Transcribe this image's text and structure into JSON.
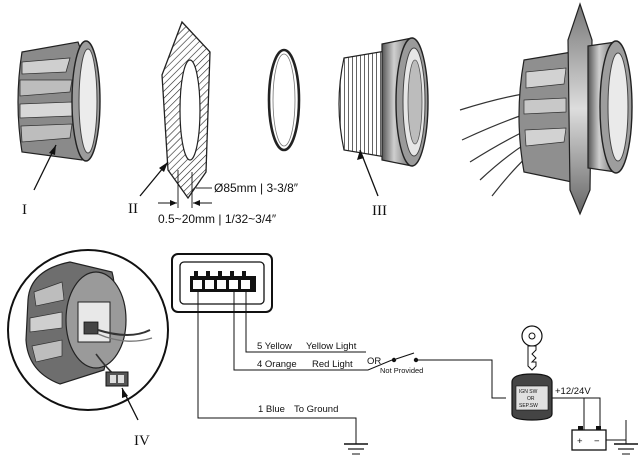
{
  "parts": {
    "part_1": "I",
    "part_2": "II",
    "part_3": "III",
    "part_4": "IV"
  },
  "dimensions": {
    "diameter": "Ø85mm | 3-3/8″",
    "panel_thickness": "0.5~20mm | 1/32~3/4″"
  },
  "wiring": {
    "wire_5": "5 Yellow",
    "wire_5_function": "Yellow Light",
    "wire_4": "4 Orange",
    "wire_4_function": "Red Light",
    "wire_1": "1 Blue",
    "wire_1_function": "To Ground",
    "or_label": "OR",
    "not_provided": "Not Provided",
    "ign_switch_line1": "IGN SW",
    "ign_switch_line2": "OR",
    "ign_switch_line3": "SEP.SW",
    "supply_voltage": "+12/24V",
    "battery_plus": "+",
    "battery_minus": "−"
  }
}
